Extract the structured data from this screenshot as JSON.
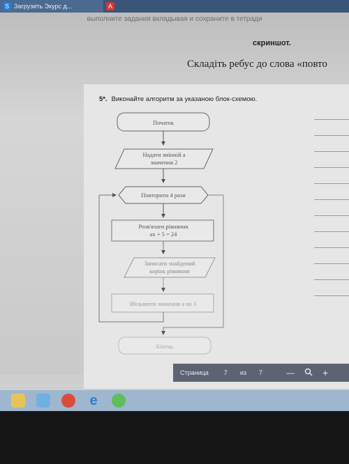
{
  "browser": {
    "tab1_label": "Загрузить Экурс д...",
    "tab1_icon": "s-icon",
    "tab2_icon": "pdf-icon",
    "tab2_icon_text": "A"
  },
  "page": {
    "blur_line": "выполните задания вкладывая и сохраните в тетради",
    "header_text": "скриншот.",
    "task_title": "Складіть ребус до слова «повто"
  },
  "doc": {
    "number": "5*.",
    "title": "Виконайте алгоритм за указаною блок-схемою.",
    "flow": {
      "start": "Початок",
      "assign_line1": "Надати змінній a",
      "assign_line2": "значення 2",
      "loop": "Повторити 4 рази",
      "solve_line1": "Розв'язати рівняння",
      "solve_line2": "ax + 5 = 24",
      "write_line1": "Записати знайдений",
      "write_line2": "корінь рівняння",
      "increase": "Збільшити значення a на 3",
      "end": "Кінець"
    }
  },
  "viewer": {
    "page_label": "Страница",
    "current": "7",
    "of": "из",
    "total": "7",
    "minus": "—",
    "plus": "+"
  },
  "taskbar": {
    "icons": [
      "folder-icon",
      "media-icon",
      "chrome-icon",
      "ie-icon",
      "app-icon"
    ],
    "ie_letter": "e"
  },
  "colors": {
    "tab_bg": "#3a5577",
    "toolbar_bg": "#5b6470",
    "taskbar_bg": "#9fb6cf"
  }
}
